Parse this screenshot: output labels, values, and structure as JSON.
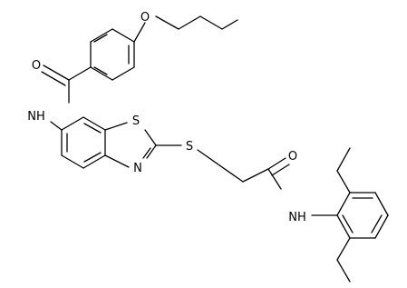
{
  "molecule": {
    "atom_labels": {
      "ether_o": "O",
      "carbonyl_o_top": "O",
      "amide_nh_top": "NH",
      "ring_s": "S",
      "ring_n": "N",
      "thioether_s": "S",
      "carbonyl_o_right": "O",
      "amide_nh_right": "NH"
    }
  },
  "colors": {
    "bond": "#000000",
    "background": "#ffffff"
  }
}
